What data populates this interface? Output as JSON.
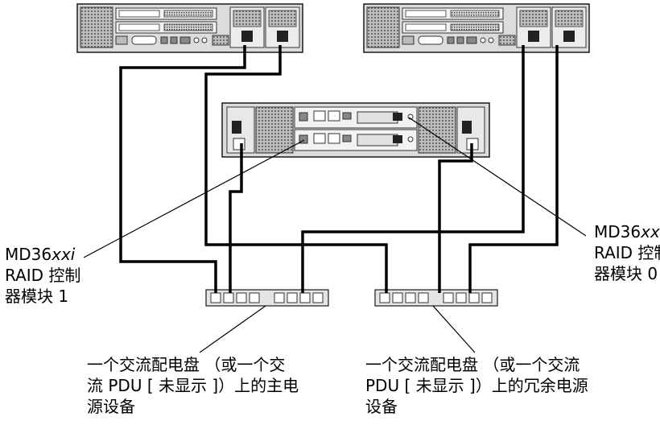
{
  "labels": {
    "controller_left": {
      "model_prefix": "MD36",
      "model_suffix": "xxi",
      "line2": "RAID 控制",
      "line3": "器模块 1"
    },
    "controller_right": {
      "model_prefix": "MD36",
      "model_suffix": "xxi",
      "line2": "RAID 控制",
      "line3": "器模块 0"
    },
    "pdu_primary": {
      "line1": "一个交流配电盘 （或一个交",
      "line2": "流 PDU [ 未显示 ]）上的主电",
      "line3": "源设备"
    },
    "pdu_redundant": {
      "line1": "一个交流配电盘 （或一个交流",
      "line2": "PDU [ 未显示 ]）上的冗余电源",
      "line3": "设备"
    }
  },
  "colors": {
    "cable": "#000000",
    "chassis_fill": "#dcdcdc",
    "chassis_stroke": "#1a1a1a",
    "pdu_fill": "#e4e4e4"
  },
  "icons": [
    "server-chassis",
    "raid-enclosure",
    "power-strip",
    "power-cable"
  ]
}
